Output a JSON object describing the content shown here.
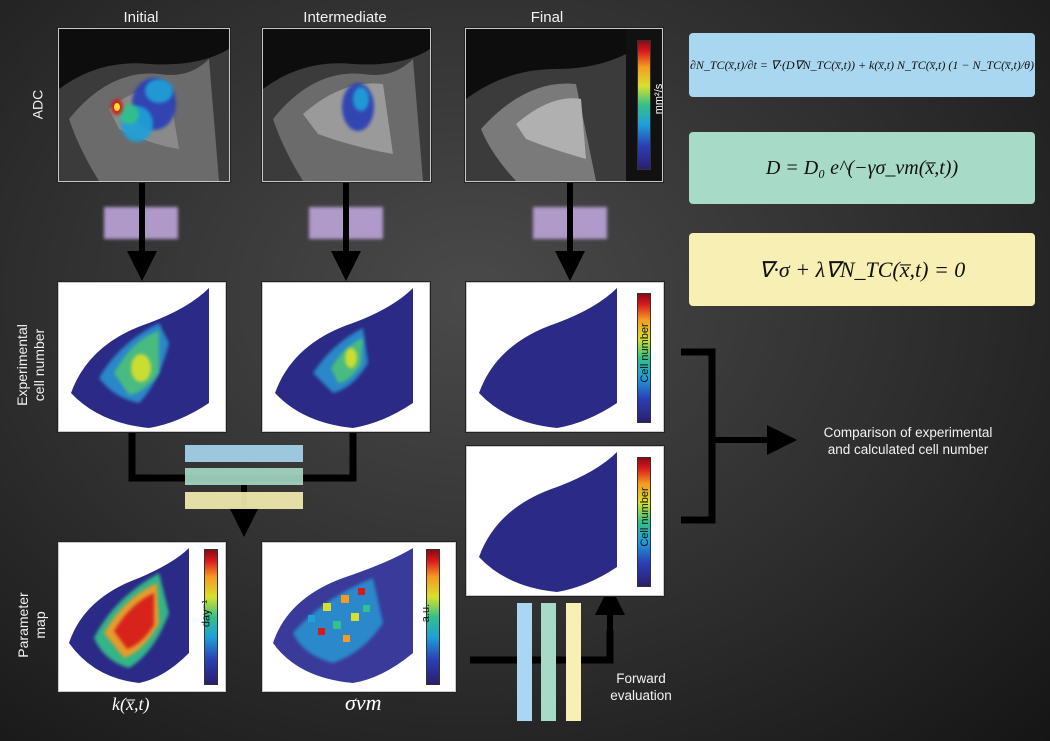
{
  "columns": {
    "initial": "Initial",
    "intermediate": "Intermediate",
    "final": "Final"
  },
  "rows": {
    "adc": "ADC",
    "experimental": "Experimental\ncell number",
    "parameter": "Parameter\nmap"
  },
  "colorbars": {
    "adc": "mm²/s",
    "cell_number": "Cell number",
    "k_map": "day⁻¹",
    "sigma_map": "a.u."
  },
  "equations": {
    "eq1": "∂N_TC(x̅,t)/∂t = ∇·(D∇N_TC(x̅,t)) + k(x̅,t) N_TC(x̅,t) (1 − N_TC(x̅,t)/θ)",
    "eq2": "D = D₀ e^(−γσ_vm(x̅,t))",
    "eq3": "∇·σ + λ∇N_TC(x̅,t) = 0"
  },
  "param_symbols": {
    "k": "k(x̅,t)",
    "sigma": "σvm"
  },
  "labels": {
    "comparison": "Comparison of experimental\nand calculated cell number",
    "forward": "Forward\nevaluation"
  },
  "colors": {
    "eq1_bg": "#a9d7f0",
    "eq2_bg": "#a7dac7",
    "eq3_bg": "#f7efb3",
    "purple_bar": "#b9a2d6",
    "mesh_bg": "#2b2a86"
  }
}
